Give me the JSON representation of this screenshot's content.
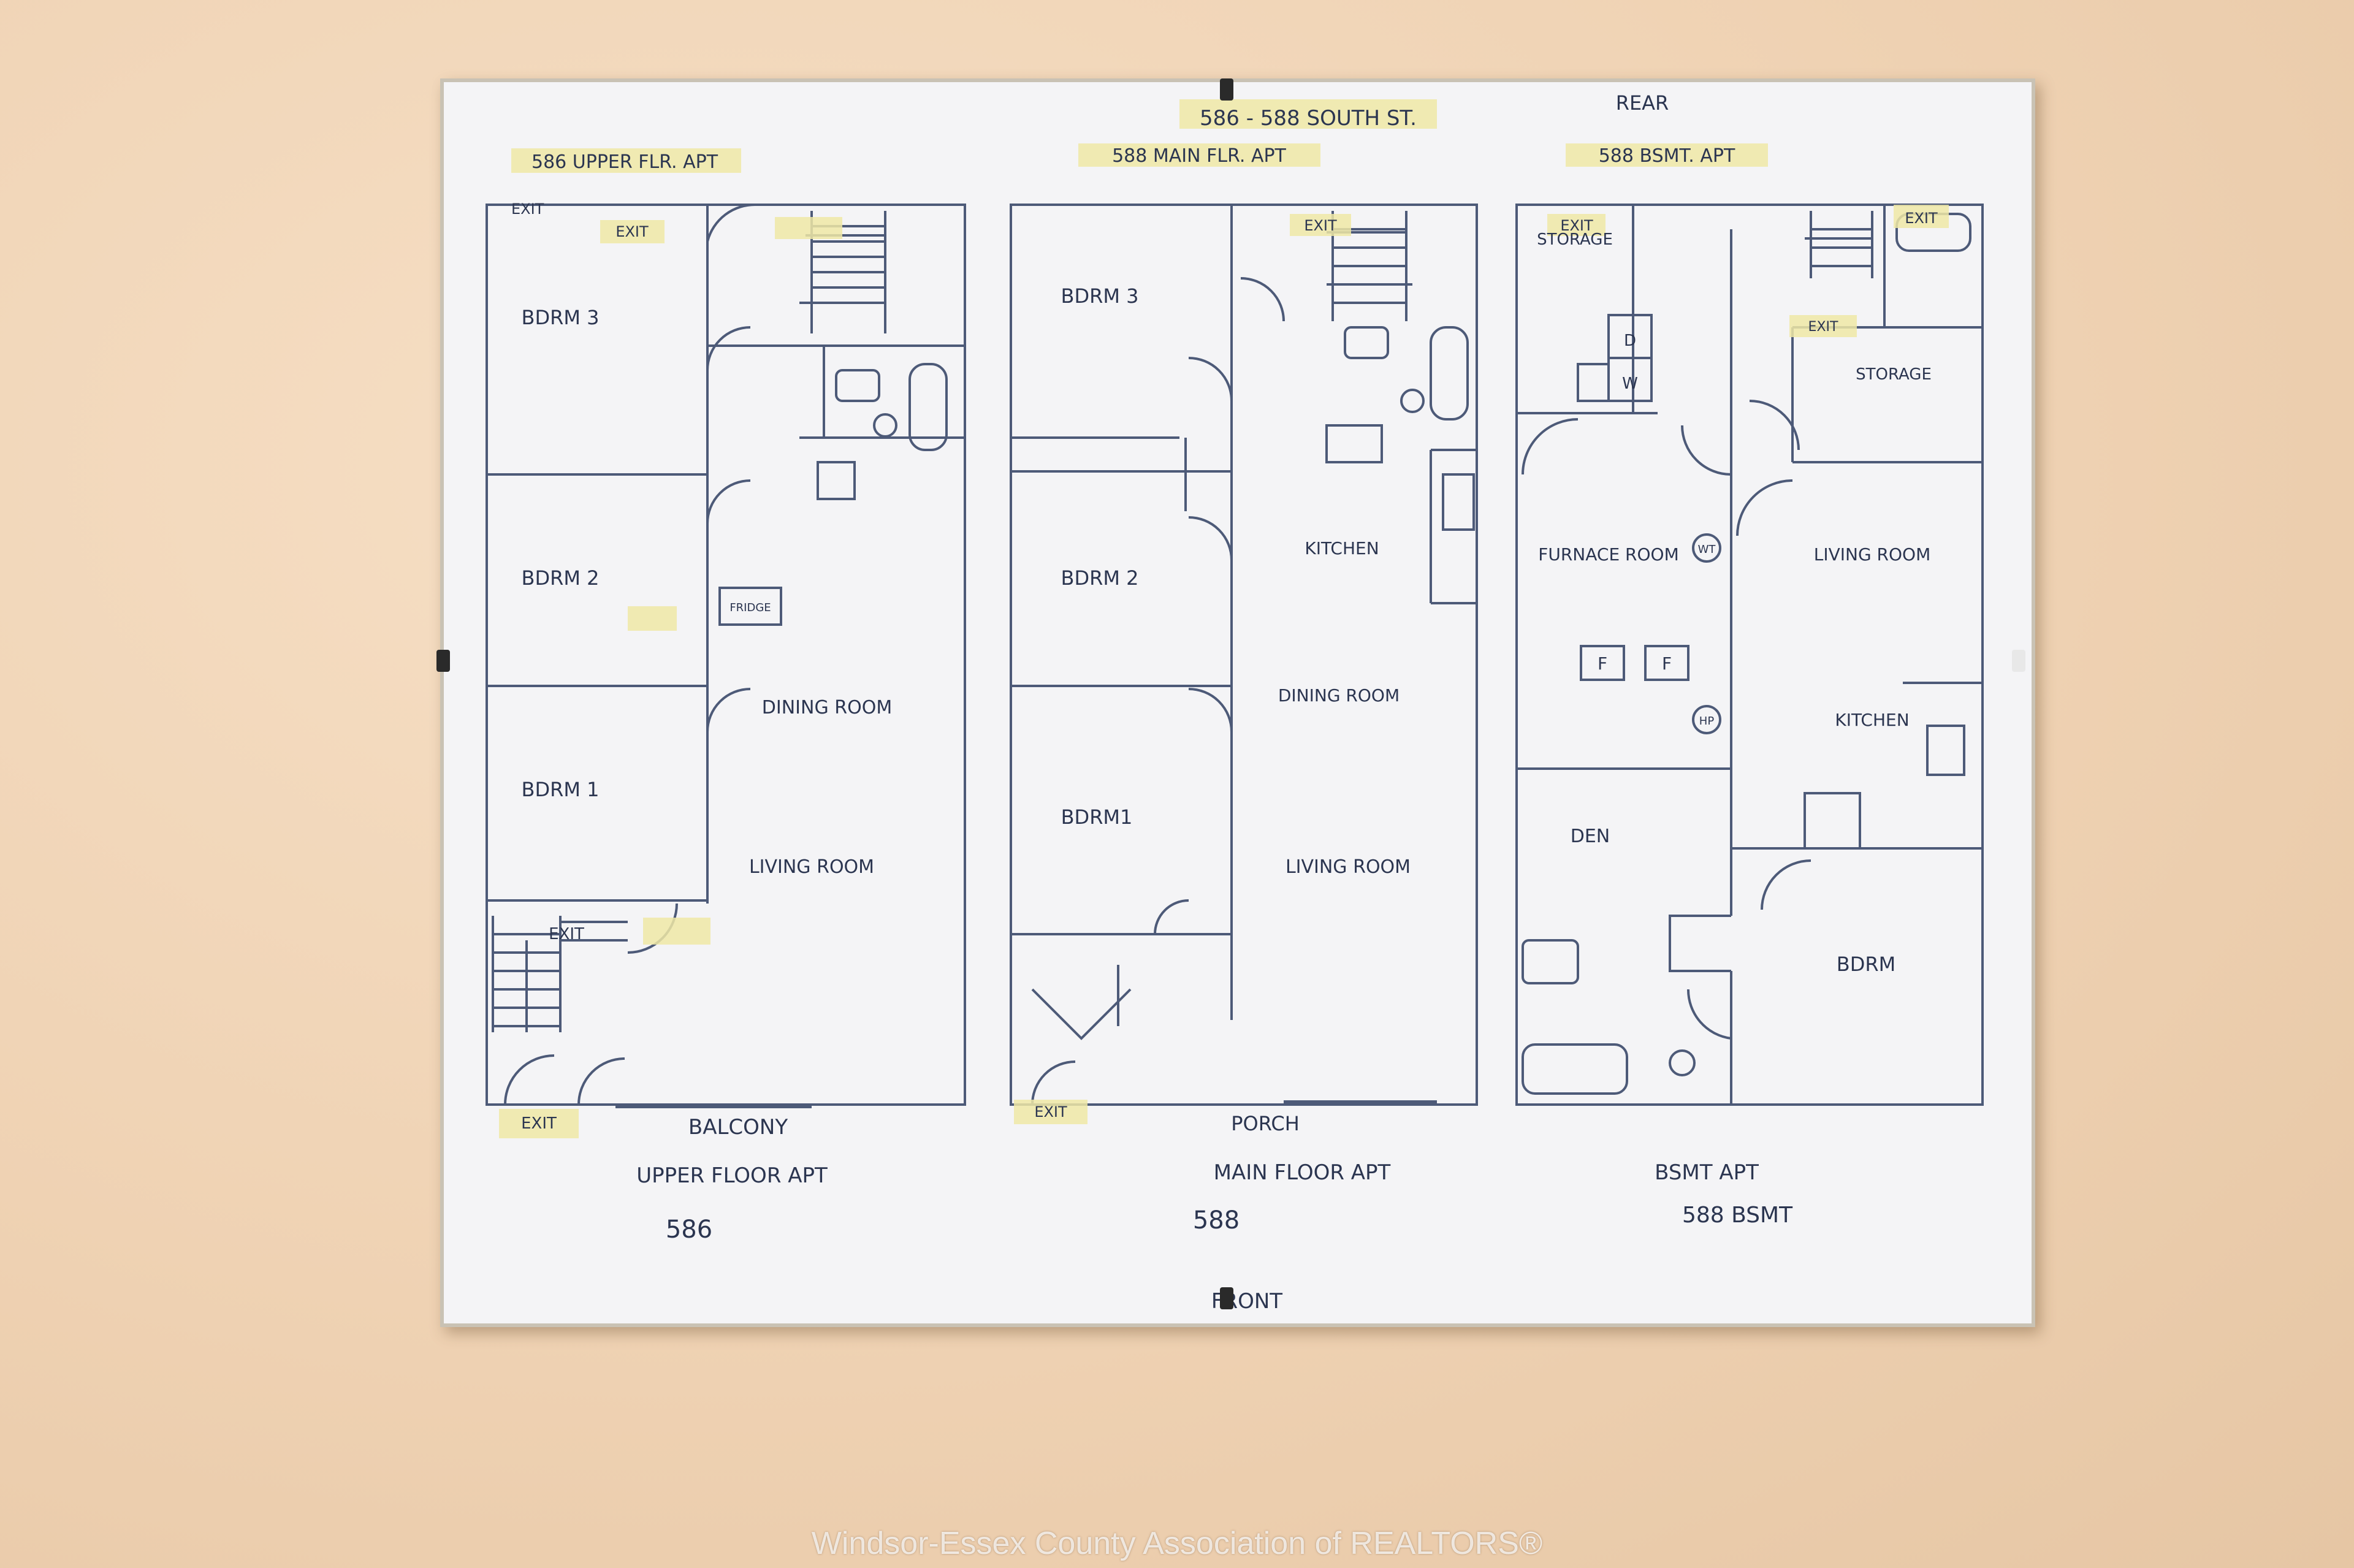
{
  "header": {
    "address": "586 - 588 SOUTH ST.",
    "rear_label": "REAR",
    "front_label": "FRONT"
  },
  "plans": [
    {
      "tag": "586 UPPER FLR. APT",
      "caption_line1": "UPPER FLOOR APT",
      "caption_line2": "586",
      "outside_label": "BALCONY",
      "rooms": [
        "BDRM 3",
        "BDRM 2",
        "BDRM 1",
        "DINING ROOM",
        "LIVING ROOM",
        "FRIDGE"
      ],
      "exits": [
        "EXIT",
        "EXIT",
        "EXIT",
        "EXIT"
      ]
    },
    {
      "tag": "588 MAIN FLR. APT",
      "caption_line1": "MAIN FLOOR APT",
      "caption_line2": "588",
      "outside_label": "PORCH",
      "rooms": [
        "BDRM 3",
        "BDRM 2",
        "BDRM1",
        "KITCHEN",
        "DINING ROOM",
        "LIVING ROOM"
      ],
      "exits": [
        "EXIT",
        "EXIT",
        "EXIT"
      ]
    },
    {
      "tag": "588 BSMT. APT",
      "caption_line1": "BSMT APT",
      "caption_line2": "588 BSMT",
      "rooms": [
        "STORAGE",
        "STORAGE",
        "FURNACE ROOM",
        "LIVING ROOM",
        "KITCHEN",
        "DEN",
        "BDRM",
        "D",
        "W",
        "F",
        "F",
        "WT",
        "HP"
      ],
      "exits": [
        "EXIT",
        "EXIT"
      ]
    }
  ],
  "watermark": "Windsor-Essex County Association of REALTORS®"
}
